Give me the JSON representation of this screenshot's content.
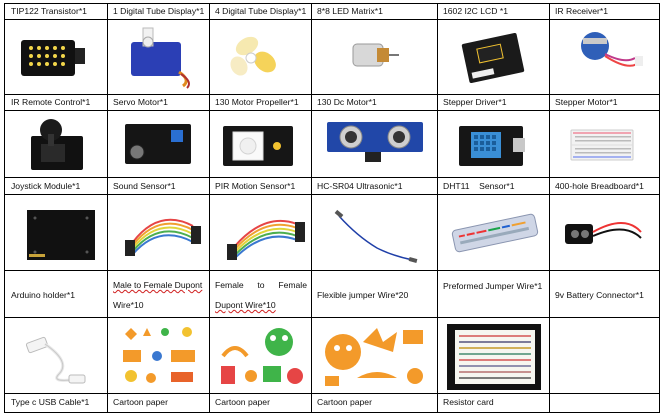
{
  "rows": [
    {
      "labels": [
        "TIP122 Transistor*1",
        "1 Digital Tube Display*1",
        "4 Digital Tube Display*1",
        "8*8 LED Matrix*1",
        "1602 I2C LCD *1",
        "IR Receiver*1"
      ],
      "images": [
        "ir-remote-photo",
        "servo-motor-photo",
        "fan-propeller-photo",
        "dc-motor-photo",
        "stepper-driver-board-photo",
        "stepper-motor-photo"
      ]
    },
    {
      "labels": [
        "IR Remote Control*1",
        "Servo Motor*1",
        "130 Motor Propeller*1",
        "130 Dc Motor*1",
        "Stepper Driver*1",
        "Stepper Motor*1"
      ],
      "images": [
        "joystick-module-photo",
        "sound-sensor-photo",
        "pir-motion-sensor-photo",
        "ultrasonic-sensor-photo",
        "dht11-sensor-photo",
        "breadboard-photo"
      ]
    },
    {
      "labels": [
        "Joystick Module*1",
        "Sound Sensor*1",
        "PIR Motion Sensor*1",
        "HC-SR04 Ultrasonic*1",
        "DHT11    Sensor*1",
        "400-hole Breadboard*1"
      ],
      "images": [
        "arduino-holder-photo",
        "dupont-male-female-photo",
        "dupont-female-female-photo",
        "flexible-jumper-photo",
        "preformed-jumper-box-photo",
        "battery-connector-photo"
      ]
    },
    {
      "labels": [
        "Arduino holder*1",
        "Male to Female Dupont Wire*10",
        "Female to Female Dupont Wire*10",
        "Flexible jumper Wire*20",
        "Preformed Jumper Wire*1",
        "9v Battery Connector*1"
      ],
      "images": [
        "usb-c-cable-photo",
        "cartoon-paper-photo",
        "cartoon-paper-photo",
        "cartoon-paper-photo",
        "resistor-card-photo",
        "empty"
      ]
    },
    {
      "labels": [
        "Type c USB Cable*1",
        "Cartoon paper",
        "Cartoon paper",
        "Cartoon paper",
        "Resistor card",
        ""
      ],
      "images": []
    }
  ],
  "wrapped_labels": {
    "male_female_line1": "Male to Female Dupont",
    "male_female_line2": "Wire*10",
    "female_female_line1a": "Female",
    "female_female_line1b": "to",
    "female_female_line1c": "Female",
    "female_female_line2": "Dupont Wire*10"
  },
  "colors": {
    "border": "#000000",
    "spellcheck_underline": "#d02020",
    "cartoon_orange": "#f39a2a",
    "cartoon_green": "#3fb449"
  }
}
